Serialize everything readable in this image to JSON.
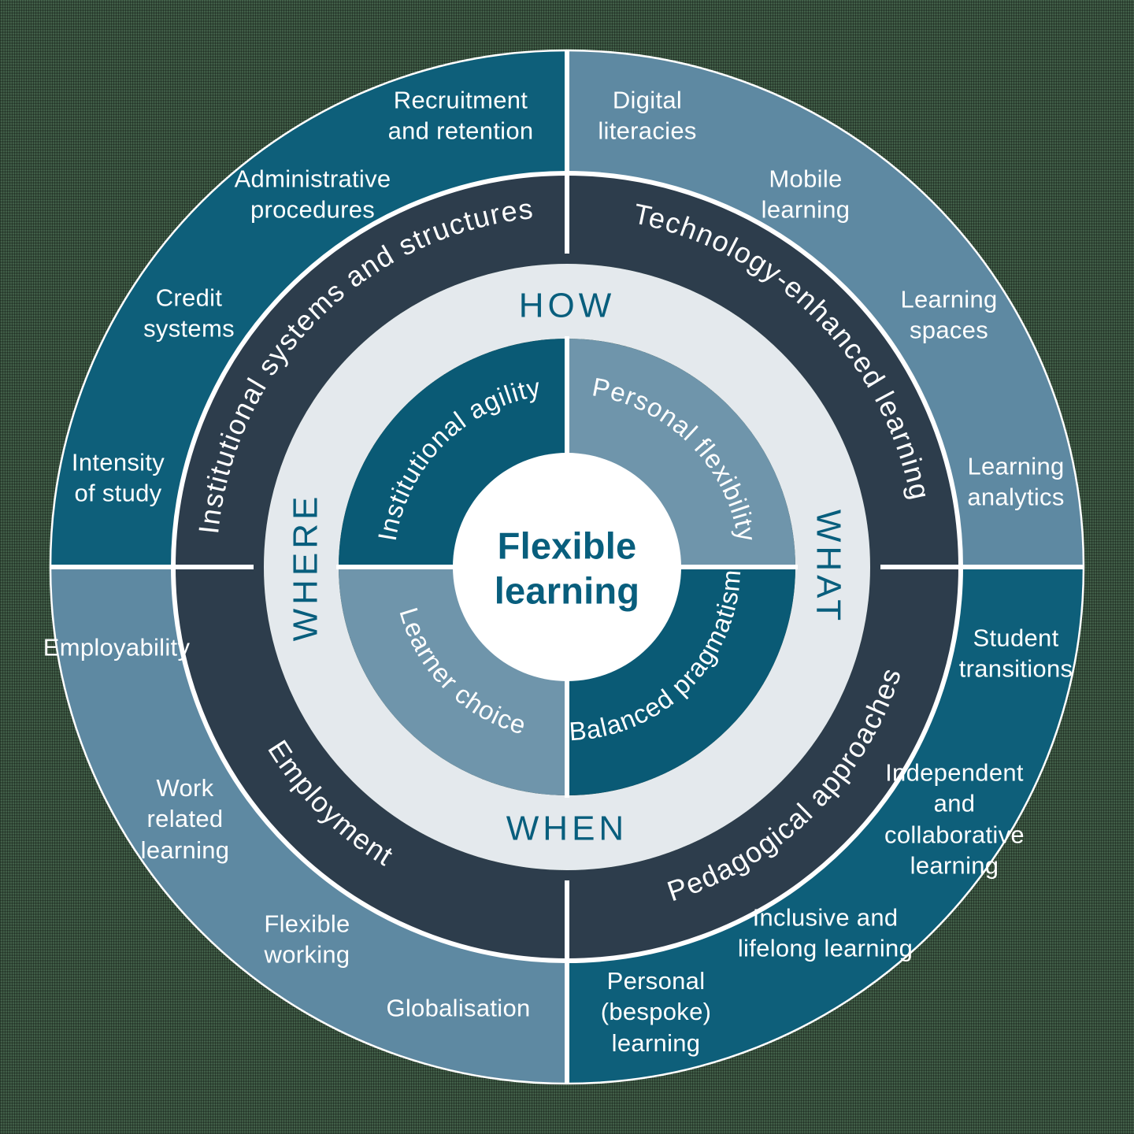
{
  "center": {
    "label": "Flexible\nlearning"
  },
  "compass": {
    "top": "HOW",
    "right": "WHAT",
    "bottom": "WHEN",
    "left": "WHERE"
  },
  "quadrants": {
    "top_left": {
      "ring_label": "Institutional systems and structures",
      "core_label": "Institutional agility",
      "items": [
        "Recruitment\nand retention",
        "Administrative\nprocedures",
        "Credit\nsystems",
        "Intensity\nof study"
      ]
    },
    "top_right": {
      "ring_label": "Technology-enhanced learning",
      "core_label": "Personal flexibility",
      "items": [
        "Digital\nliteracies",
        "Mobile\nlearning",
        "Learning\nspaces",
        "Learning\nanalytics"
      ]
    },
    "bottom_right": {
      "ring_label": "Pedagogical approaches",
      "core_label": "Balanced pragmatism",
      "items": [
        "Student\ntransitions",
        "Independent\nand\ncollaborative\nlearning",
        "Inclusive and\nlifelong learning",
        "Personal\n(bespoke)\nlearning"
      ]
    },
    "bottom_left": {
      "ring_label": "Employment",
      "core_label": "Learner choice",
      "items": [
        "Employability",
        "Work\nrelated\nlearning",
        "Flexible\nworking",
        "Globalisation"
      ]
    }
  },
  "colors": {
    "teal_outer": "#0e5f7a",
    "teal_inner": "#0a5a75",
    "steel_outer": "#5e89a2",
    "steel_inner": "#6f95ab",
    "slate": "#2d3d4c",
    "light_ring": "#e4e9ed",
    "compass_text": "#085e7d",
    "background": "#42604b",
    "divider": "#ffffff"
  }
}
